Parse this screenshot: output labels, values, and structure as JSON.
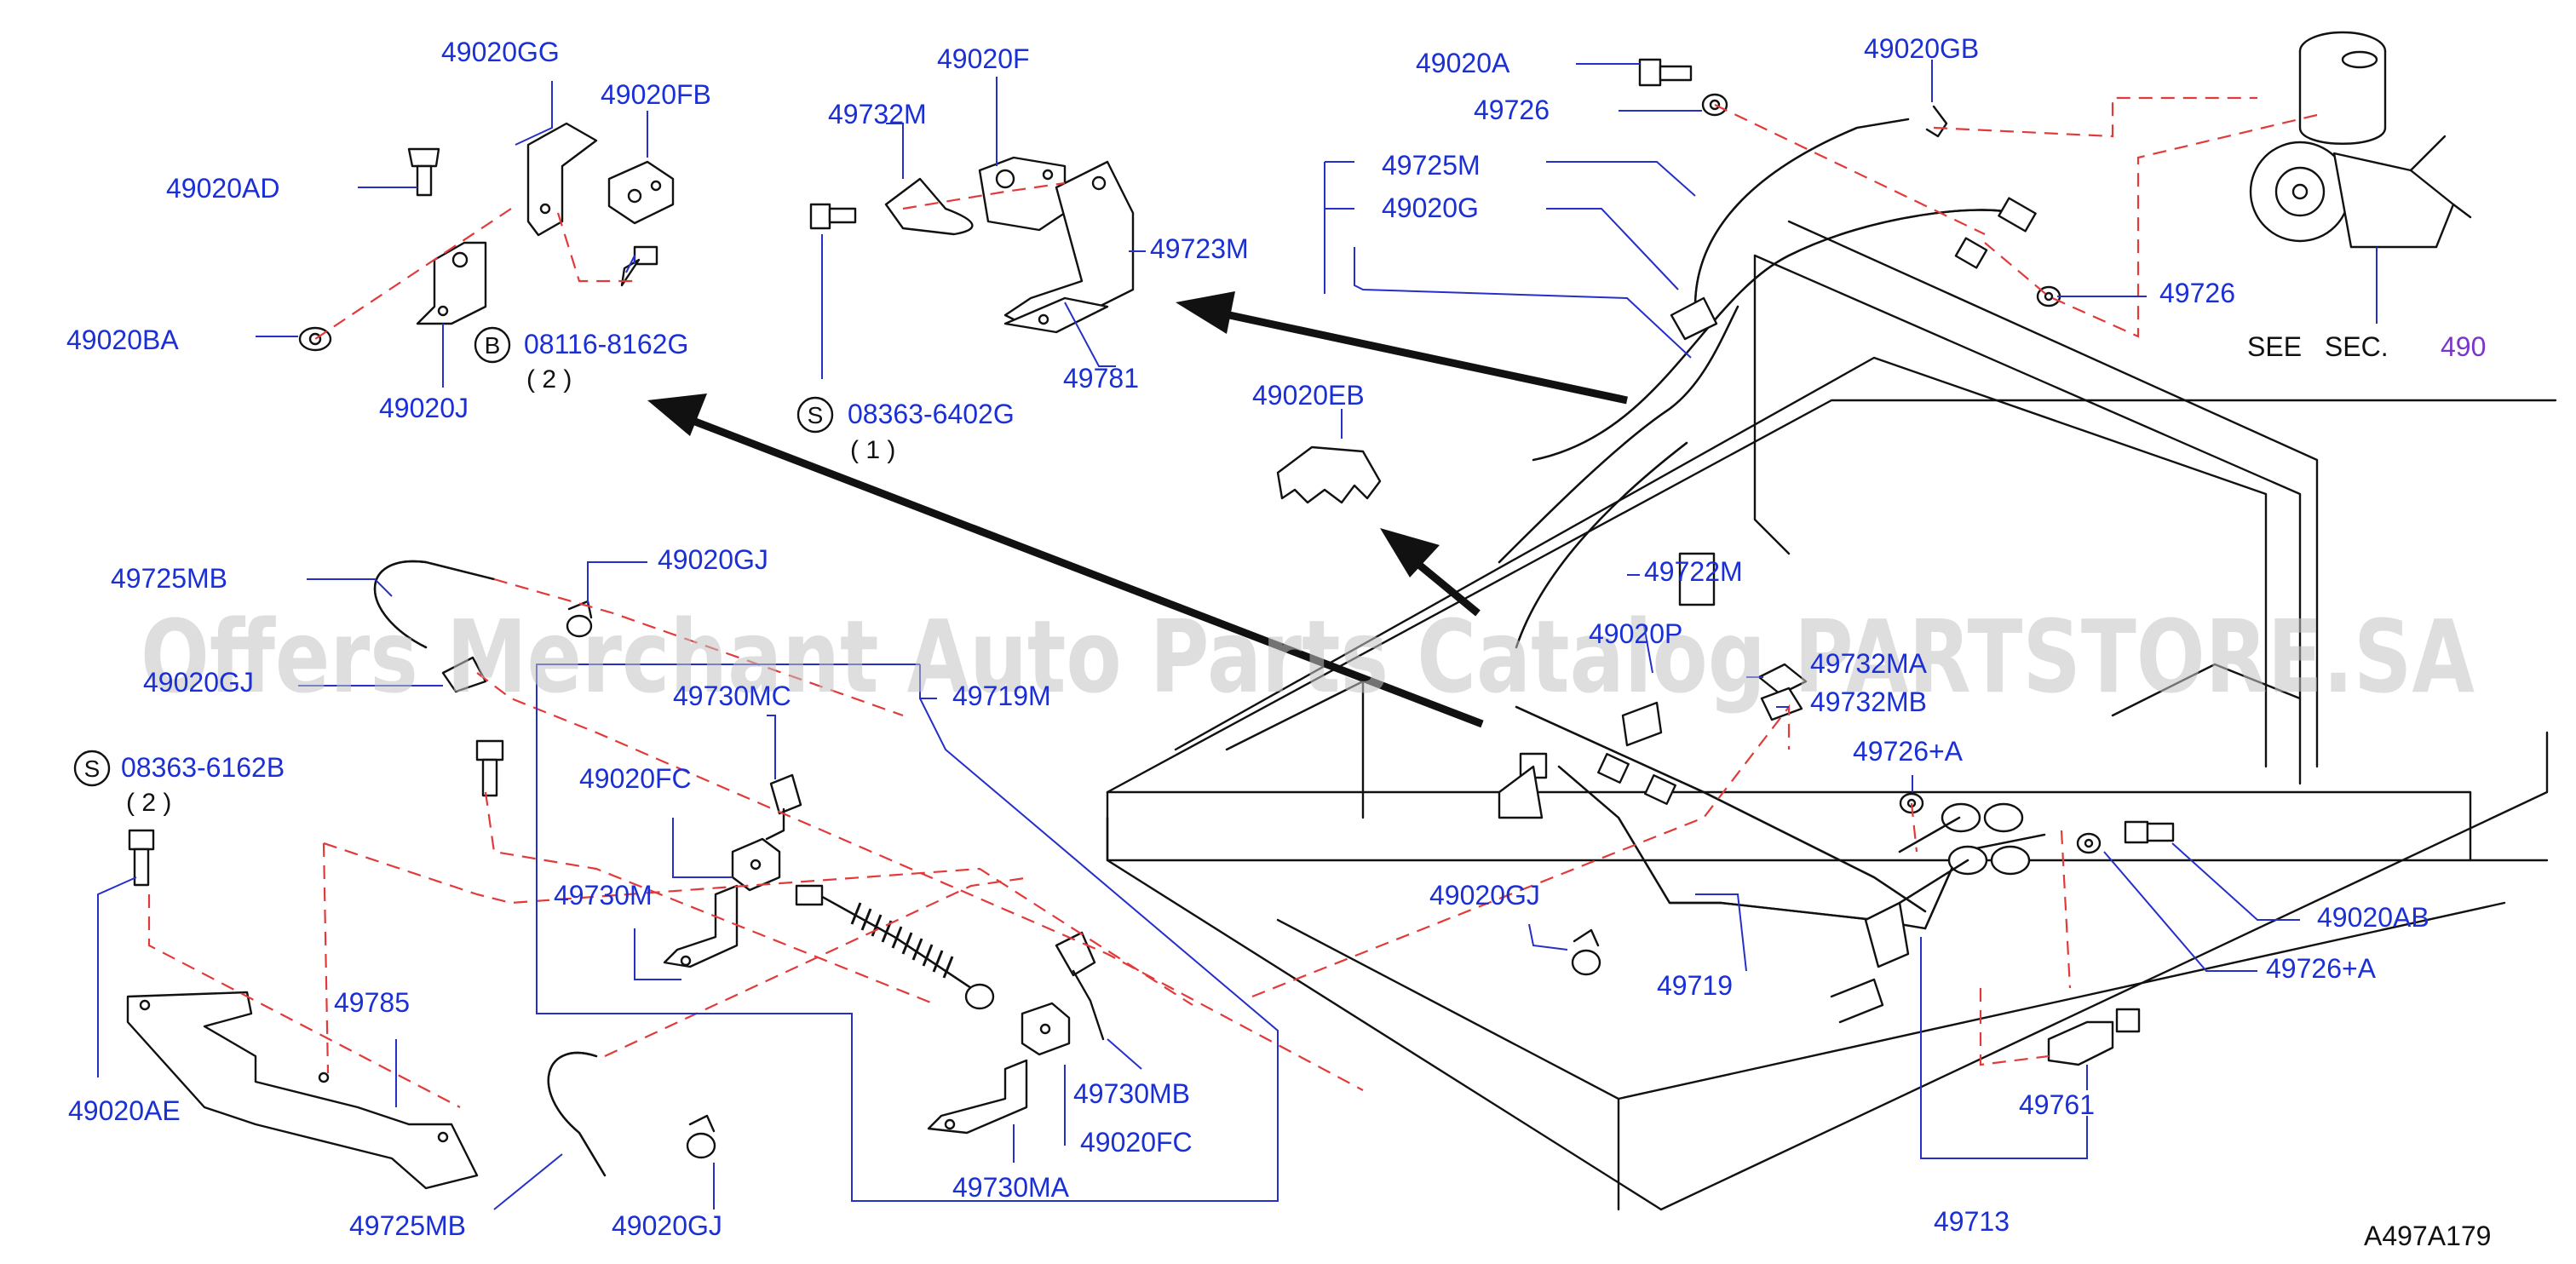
{
  "parts": {
    "p49020GG": "49020GG",
    "p49020FB": "49020FB",
    "p49020AD": "49020AD",
    "p49020BA": "49020BA",
    "p49020J": "49020J",
    "p49020F": "49020F",
    "p49732M": "49732M",
    "p49723M": "49723M",
    "p49781": "49781",
    "p49020A": "49020A",
    "p49726_top": "49726",
    "p49020GB": "49020GB",
    "p49725M": "49725M",
    "p49020G": "49020G",
    "p49726_right": "49726",
    "p49020EB": "49020EB",
    "p49722M": "49722M",
    "p49725MB_top": "49725MB",
    "p49020GJ_top": "49020GJ",
    "p49020GJ_left": "49020GJ",
    "p49730MC": "49730MC",
    "p49719M": "49719M",
    "p49020P": "49020P",
    "p49732MA": "49732MA",
    "p49732MB": "49732MB",
    "p49726A_top": "49726+A",
    "p49020FC_top": "49020FC",
    "p49730M": "49730M",
    "p49785": "49785",
    "p49020AE": "49020AE",
    "p49725MB_bottom": "49725MB",
    "p49020GJ_bottom": "49020GJ",
    "p49730MB": "49730MB",
    "p49020FC_bottom": "49020FC",
    "p49730MA": "49730MA",
    "p49020GJ_mid": "49020GJ",
    "p49719": "49719",
    "p49020AB": "49020AB",
    "p49726A_bottom": "49726+A",
    "p49761": "49761",
    "p49713": "49713"
  },
  "refs": {
    "b_badge": "B",
    "b_code": "08116-8162G",
    "b_qty": "( 2 )",
    "s1_badge": "S",
    "s1_code": "08363-6402G",
    "s1_qty": "( 1 )",
    "s2_badge": "S",
    "s2_code": "08363-6162B",
    "s2_qty": "( 2 )",
    "see_sec": "SEE SEC.",
    "sec_num": "490"
  },
  "diagram_code": "A497A179",
  "watermark": "Offers Merchant Auto Parts Catalog PARTSTORE.SA",
  "colors": {
    "label_blue": "#1a2fd6",
    "leader_blue": "#2430c8",
    "dashed_red": "#e23a3a",
    "section_purple": "#7a35c9",
    "line_black": "#111111"
  }
}
